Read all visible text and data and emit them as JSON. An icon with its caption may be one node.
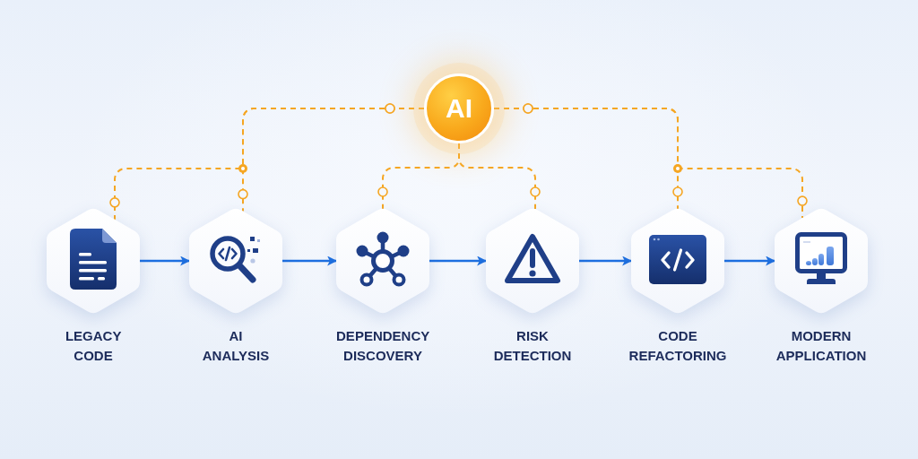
{
  "diagram": {
    "nodes": [
      {
        "text": [
          "AI"
        ]
      },
      {
        "text": [
          "LEGACY CODE"
        ]
      },
      {
        "text": [
          "AI ANALYSIS"
        ]
      },
      {
        "text": [
          "DEPENDENCY DISCOVERY"
        ]
      },
      {
        "text": [
          "RISK DETECTION"
        ]
      },
      {
        "text": [
          "CODE REFACTORING"
        ]
      },
      {
        "text": [
          "MODERN APPLICATION"
        ]
      }
    ],
    "edges": [
      {
        "from": 1,
        "to": 2,
        "arrow": "to",
        "color": "#1d6fe0"
      },
      {
        "from": 2,
        "to": 3,
        "arrow": "to",
        "color": "#1d6fe0"
      },
      {
        "from": 3,
        "to": 4,
        "arrow": "to",
        "color": "#1d6fe0"
      },
      {
        "from": 4,
        "to": 5,
        "arrow": "to",
        "color": "#1d6fe0"
      },
      {
        "from": 5,
        "to": 6,
        "arrow": "to",
        "color": "#1d6fe0"
      },
      {
        "from": 0,
        "to": 1,
        "arrow": "other",
        "style": "dashed"
      },
      {
        "from": 0,
        "to": 2,
        "arrow": "other",
        "style": "dashed"
      },
      {
        "from": 0,
        "to": 3,
        "arrow": "other",
        "style": "dashed"
      },
      {
        "from": 0,
        "to": 4,
        "arrow": "other",
        "style": "dashed"
      },
      {
        "from": 0,
        "to": 5,
        "arrow": "other",
        "style": "dashed"
      },
      {
        "from": 0,
        "to": 6,
        "arrow": "other",
        "style": "dashed"
      }
    ]
  }
}
